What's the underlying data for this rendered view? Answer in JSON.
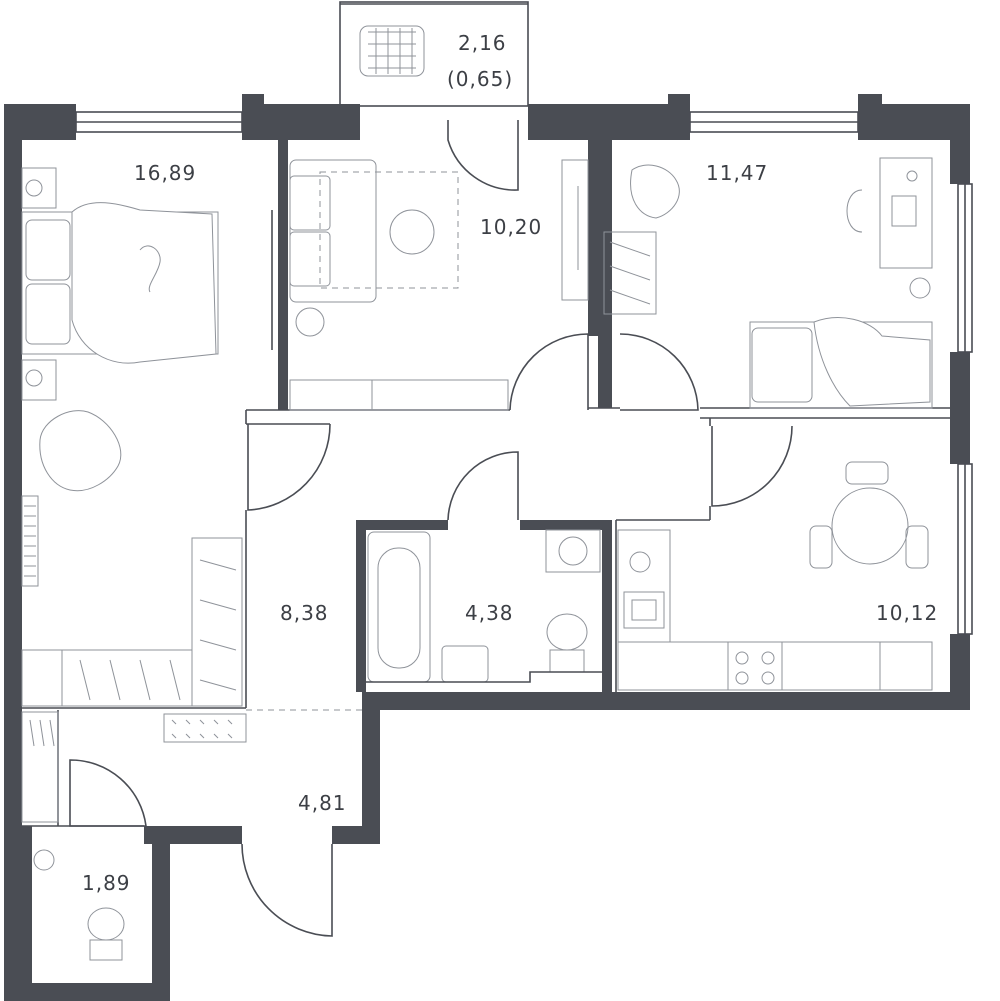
{
  "rooms": [
    {
      "id": "bedroom-1",
      "area": "16,89"
    },
    {
      "id": "living-room",
      "area": "10,20"
    },
    {
      "id": "bedroom-2",
      "area": "11,47"
    },
    {
      "id": "balcony",
      "area": "2,16",
      "area_reduced": "(0,65)"
    },
    {
      "id": "hall",
      "area": "8,38"
    },
    {
      "id": "bathroom",
      "area": "4,38"
    },
    {
      "id": "kitchen",
      "area": "10,12"
    },
    {
      "id": "entrance",
      "area": "4,81"
    },
    {
      "id": "toilet",
      "area": "1,89"
    }
  ],
  "colors": {
    "wall": "#4a4d54",
    "furniture": "#8f939a",
    "text": "#3c3f45"
  }
}
